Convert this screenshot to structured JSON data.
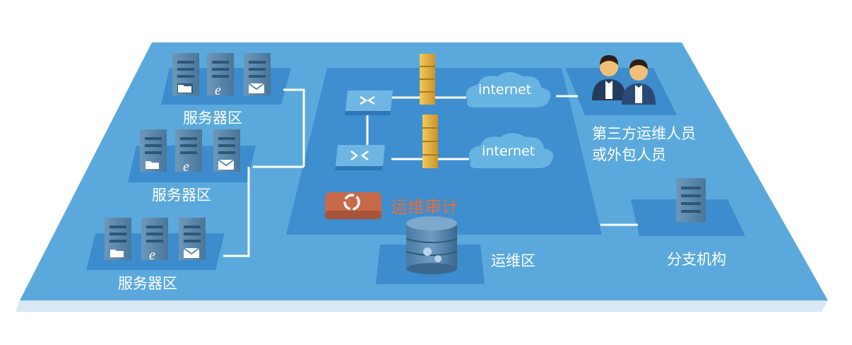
{
  "labels": {
    "server_zone_1": "服务器区",
    "server_zone_2": "服务器区",
    "server_zone_3": "服务器区",
    "internet_1": "internet",
    "internet_2": "internet",
    "audit": "运维审计",
    "ops_zone": "运维区",
    "third_party_line1": "第三方运维人员",
    "third_party_line2": "或外包人员",
    "branch": "分支机构"
  },
  "colors": {
    "platform": "#5ba9dc",
    "platform_edge": "#dbeaf6",
    "tile": "#3d8ccd",
    "zone": "#3e8ed0",
    "server": "#5b87ad",
    "server_dark": "#35607f",
    "firewall": "#e8b74a",
    "cloud": "#67b3e2",
    "audit_box": "#c8694a",
    "audit_text": "#e2703a",
    "line": "#ffffff"
  }
}
